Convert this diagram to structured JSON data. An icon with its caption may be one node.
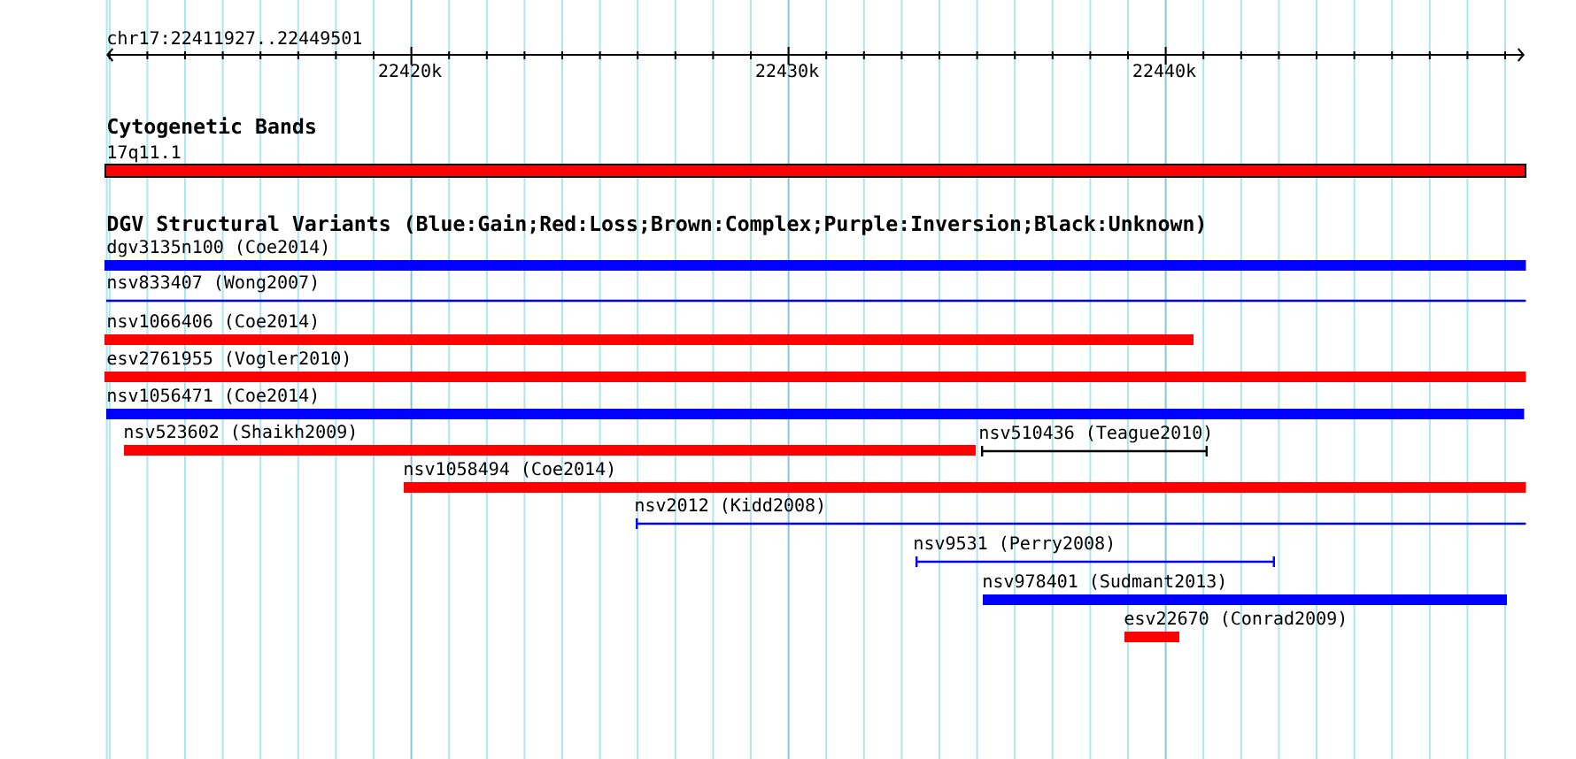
{
  "diagram": {
    "nodes": [
      {
        "text": [
          "17q11.1"
        ]
      },
      {
        "text": [
          "dgv3135n100 (Coe2014)"
        ]
      },
      {
        "text": [
          "nsv833407 (Wong2007)"
        ]
      },
      {
        "text": [
          "nsv1066406 (Coe2014)"
        ]
      },
      {
        "text": [
          "esv2761955 (Vogler2010)"
        ]
      },
      {
        "text": [
          "nsv1056471 (Coe2014)"
        ]
      },
      {
        "text": [
          "nsv523602 (Shaikh2009)"
        ]
      },
      {
        "text": [
          "nsv510436 (Teague2010)"
        ]
      },
      {
        "text": [
          "nsv1058494 (Coe2014)"
        ]
      },
      {
        "text": [
          "nsv2012 (Kidd2008)"
        ]
      },
      {
        "text": [
          "nsv9531 (Perry2008)"
        ]
      },
      {
        "text": [
          "nsv978401 (Sudmant2013)"
        ]
      },
      {
        "text": [
          "esv22670 (Conrad2009)"
        ]
      }
    ],
    "labels": [
      "chr17:22411927..22449501",
      "22420k",
      "22430k",
      "22440k",
      "Cytogenetic Bands",
      "DGV Structural Variants (Blue:Gain;Red:Loss;Brown:Complex;Purple:Inversion;Black:Unknown)"
    ]
  }
}
